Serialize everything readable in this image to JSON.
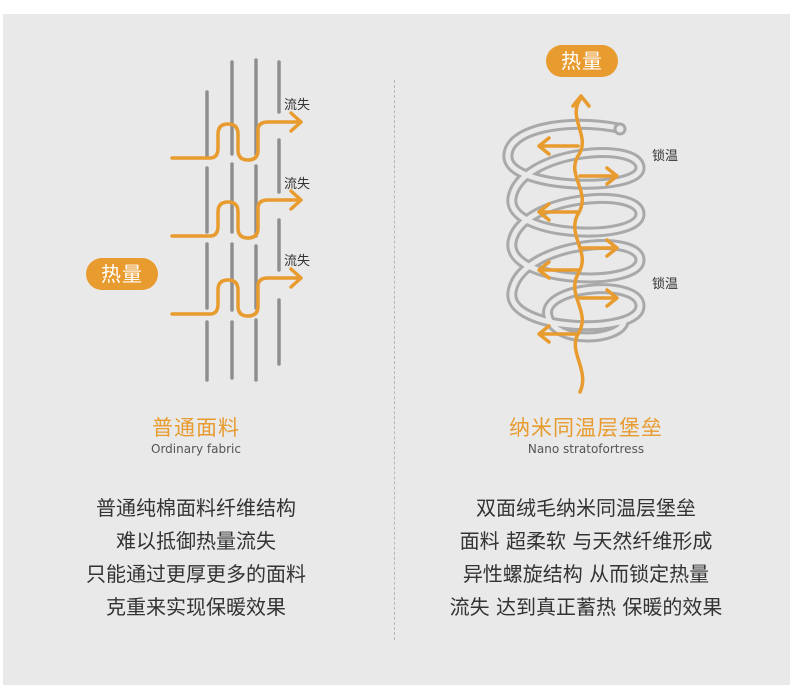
{
  "left": {
    "heat_pill": "热量",
    "loss_labels": [
      "流失",
      "流失",
      "流失"
    ],
    "title_cn": "普通面料",
    "title_en": "Ordinary fabric",
    "description": [
      "普通纯棉面料纤维结构",
      "难以抵御热量流失",
      "只能通过更厚更多的面料",
      "克重来实现保暖效果"
    ]
  },
  "right": {
    "heat_pill": "热量",
    "lock_labels": [
      "锁温",
      "锁温"
    ],
    "title_cn": "纳米同温层堡垒",
    "title_en": "Nano stratofortress",
    "description": [
      "双面绒毛纳米同温层堡垒",
      "面料 超柔软 与天然纤维形成",
      "异性螺旋结构 从而锁定热量",
      "流失 达到真正蓄热 保暖的效果"
    ]
  },
  "colors": {
    "accent": "#e89b2e",
    "fiber": "#8f8f8f",
    "coil": "#a9a9a9",
    "panel": "#e9e9e9"
  }
}
